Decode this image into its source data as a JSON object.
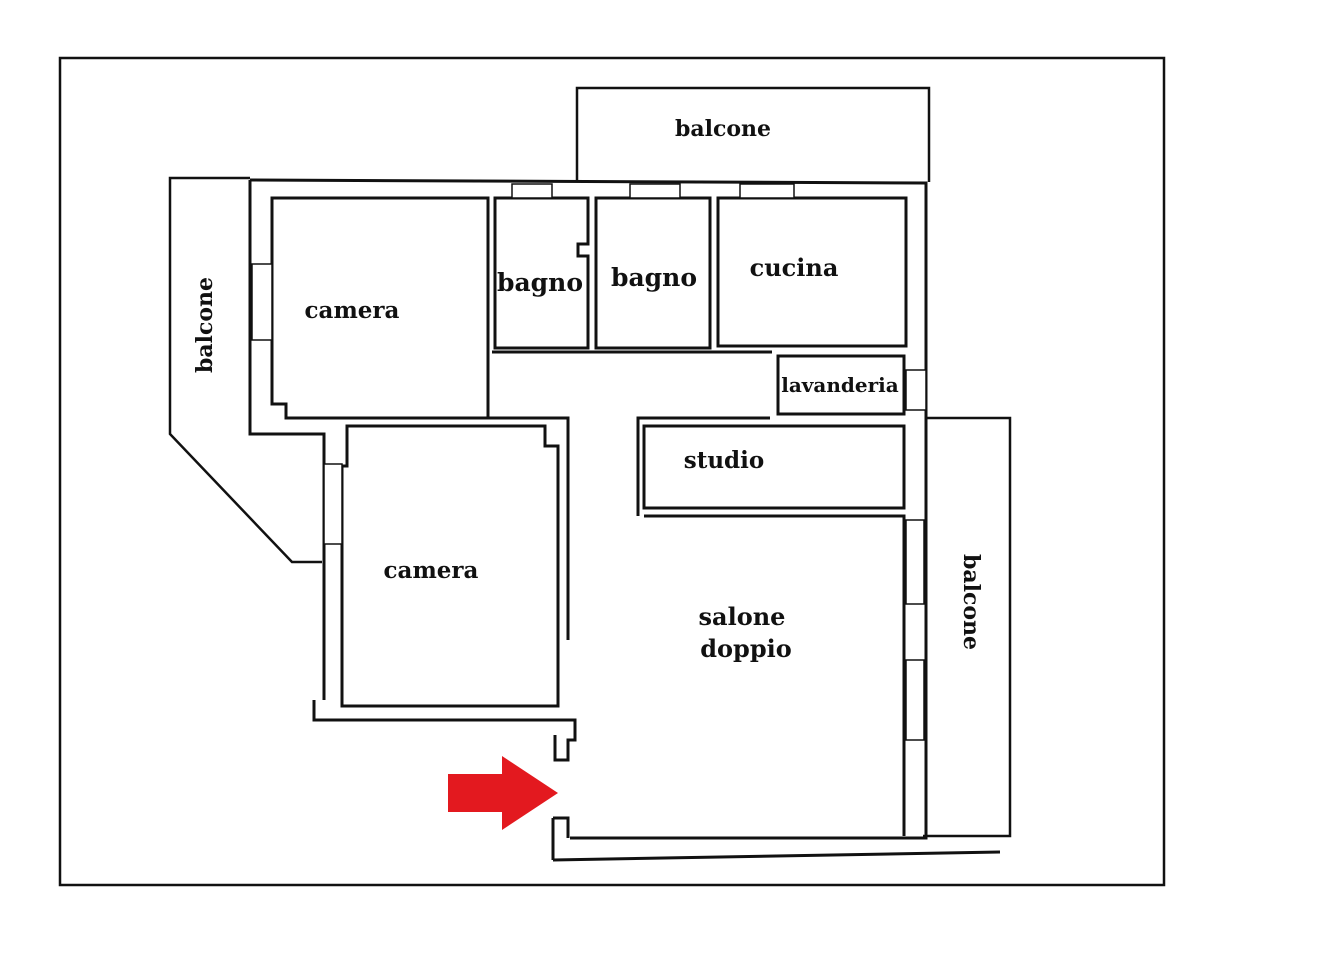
{
  "rooms": {
    "balcone_top": "balcone",
    "balcone_left": "balcone",
    "balcone_right": "balcone",
    "camera_1": "camera",
    "camera_2": "camera",
    "bagno_1": "bagno",
    "bagno_2": "bagno",
    "cucina": "cucina",
    "lavanderia": "lavanderia",
    "studio": "studio",
    "salone_line1": "salone",
    "salone_line2": "doppio"
  },
  "colors": {
    "wall": "#111111",
    "entrance_arrow": "#e3191f"
  },
  "entrance": {
    "icon": "arrow-right-icon"
  }
}
